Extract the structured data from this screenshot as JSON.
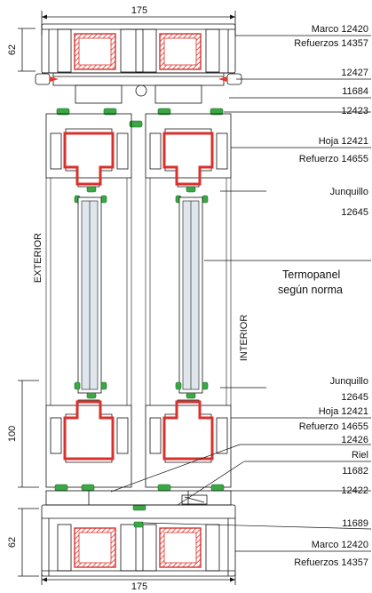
{
  "dimensions": {
    "top_width": "175",
    "bottom_width": "175",
    "top_frame_height": "62",
    "sash_height": "100",
    "bottom_frame_height": "62"
  },
  "side_labels": {
    "exterior": "EXTERIOR",
    "interior": "INTERIOR"
  },
  "callouts": [
    {
      "id": "marco-top",
      "text": "Marco 12420"
    },
    {
      "id": "refuerzos-top",
      "text": "Refuerzos 14357"
    },
    {
      "id": "c12427",
      "text": "12427"
    },
    {
      "id": "c11684",
      "text": "11684"
    },
    {
      "id": "c12423",
      "text": "12423"
    },
    {
      "id": "hoja-top",
      "text": "Hoja 12421"
    },
    {
      "id": "refuerzo-top",
      "text": "Refuerzo 14655"
    },
    {
      "id": "junquillo-top",
      "text": "Junquillo"
    },
    {
      "id": "junquillo-top-code",
      "text": "12645"
    },
    {
      "id": "termopanel",
      "text": "Termopanel"
    },
    {
      "id": "termopanel-2",
      "text": "según norma"
    },
    {
      "id": "junquillo-bot",
      "text": "Junquillo"
    },
    {
      "id": "junquillo-bot-code",
      "text": "12645"
    },
    {
      "id": "hoja-bot",
      "text": "Hoja 12421"
    },
    {
      "id": "refuerzo-bot",
      "text": "Refuerzo 14655"
    },
    {
      "id": "c12426",
      "text": "12426"
    },
    {
      "id": "riel",
      "text": "Riel"
    },
    {
      "id": "c11682",
      "text": "11682"
    },
    {
      "id": "c12422",
      "text": "12422"
    },
    {
      "id": "c11689",
      "text": "11689"
    },
    {
      "id": "marco-bot",
      "text": "Marco 12420"
    },
    {
      "id": "refuerzos-bot",
      "text": "Refuerzos 14357"
    }
  ],
  "colors": {
    "line": "#111111",
    "reinforcement": "#d9302c",
    "gasket": "#3aa845",
    "glass": "#dfe6ec",
    "accent_red": "#e03a2e"
  }
}
